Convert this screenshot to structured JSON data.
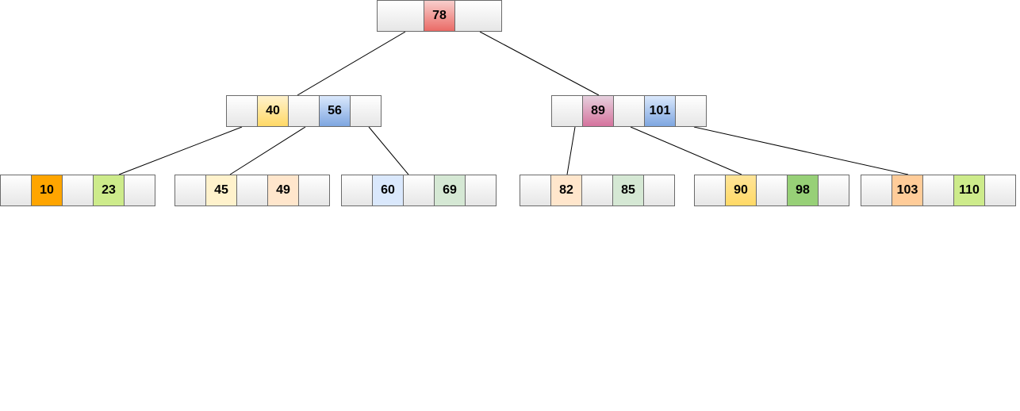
{
  "tree": {
    "root": {
      "keys": [
        {
          "value": "78",
          "color_top": "#f8cecc",
          "color_bottom": "#ea6b66"
        }
      ]
    },
    "internal": [
      {
        "keys": [
          {
            "value": "40",
            "color_top": "#fff2cc",
            "color_bottom": "#ffd966"
          },
          {
            "value": "56",
            "color_top": "#dae8fc",
            "color_bottom": "#7ea6e0"
          }
        ]
      },
      {
        "keys": [
          {
            "value": "89",
            "color_top": "#e6d0de",
            "color_bottom": "#d5739d"
          },
          {
            "value": "101",
            "color_top": "#dae8fc",
            "color_bottom": "#7ea6e0"
          }
        ]
      }
    ],
    "leaves": [
      {
        "keys": [
          {
            "value": "10",
            "color_top": "#ffa500",
            "color_bottom": "#ffa500"
          },
          {
            "value": "23",
            "color_top": "#cdeb8b",
            "color_bottom": "#cdeb8b"
          }
        ]
      },
      {
        "keys": [
          {
            "value": "45",
            "color_top": "#fff2cc",
            "color_bottom": "#fff2cc"
          },
          {
            "value": "49",
            "color_top": "#ffe6cc",
            "color_bottom": "#ffe6cc"
          }
        ]
      },
      {
        "keys": [
          {
            "value": "60",
            "color_top": "#dae8fc",
            "color_bottom": "#dae8fc"
          },
          {
            "value": "69",
            "color_top": "#d5e8d4",
            "color_bottom": "#d5e8d4"
          }
        ]
      },
      {
        "keys": [
          {
            "value": "82",
            "color_top": "#ffe6cc",
            "color_bottom": "#ffe6cc"
          },
          {
            "value": "85",
            "color_top": "#d5e8d4",
            "color_bottom": "#d5e8d4"
          }
        ]
      },
      {
        "keys": [
          {
            "value": "90",
            "color_top": "#ffe599",
            "color_bottom": "#ffd966"
          },
          {
            "value": "98",
            "color_top": "#97d077",
            "color_bottom": "#97d077"
          }
        ]
      },
      {
        "keys": [
          {
            "value": "103",
            "color_top": "#ffcc99",
            "color_bottom": "#ffcc99"
          },
          {
            "value": "110",
            "color_top": "#cdeb8b",
            "color_bottom": "#cdeb8b"
          }
        ]
      }
    ]
  }
}
